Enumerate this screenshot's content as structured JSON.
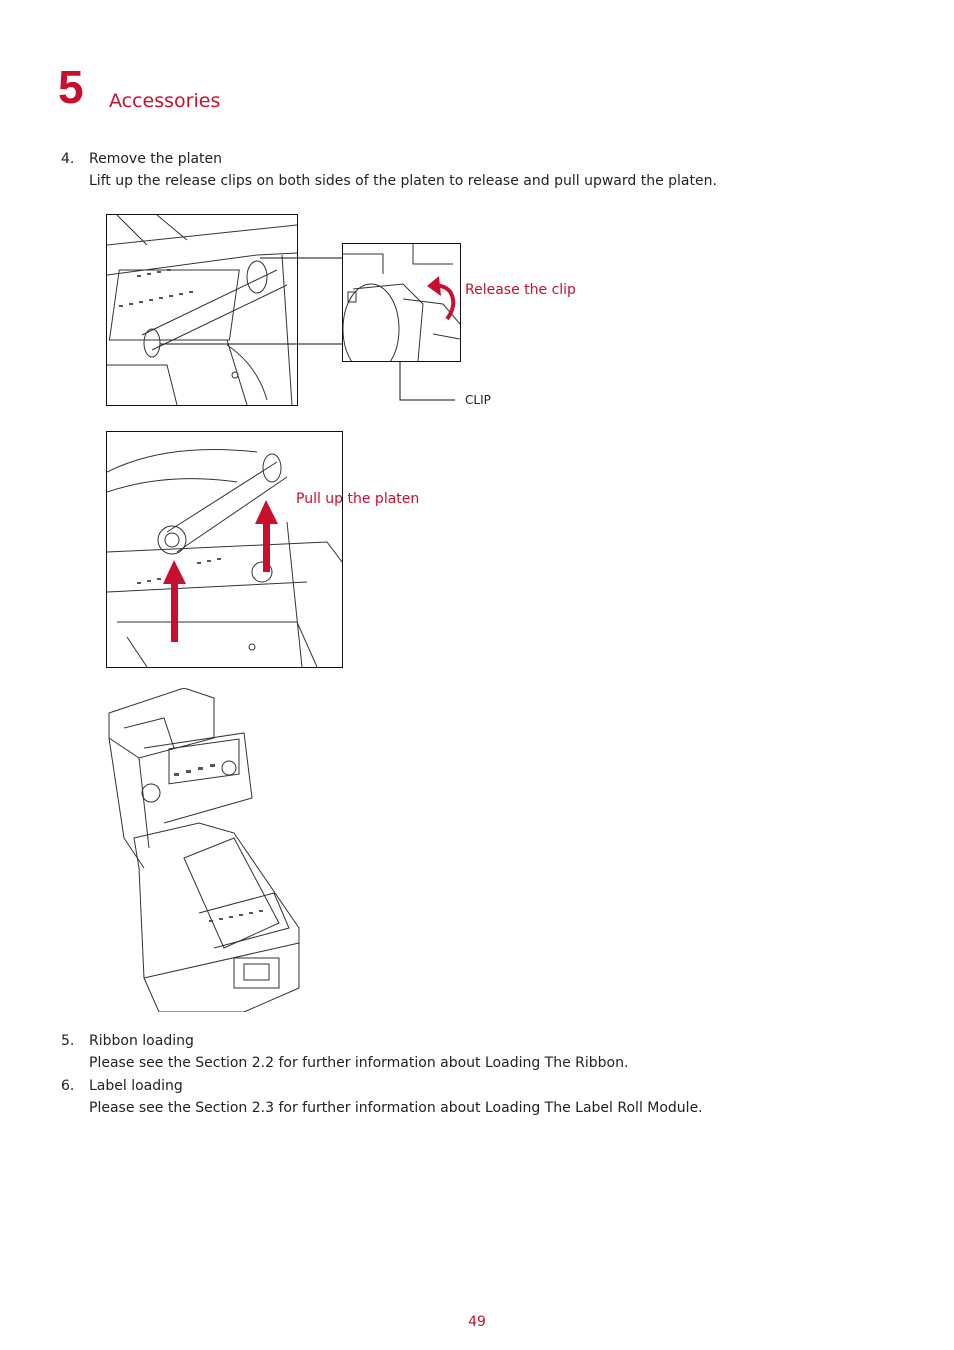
{
  "header": {
    "chapter_number": "5",
    "chapter_title": "Accessories"
  },
  "steps": [
    {
      "number": "4.",
      "title": "Remove the platen",
      "desc": "Lift up the release clips on both sides of the platen to release and pull upward the platen."
    },
    {
      "number": "5.",
      "title": "Ribbon loading",
      "desc": "Please see the Section 2.2 for further information about Loading The Ribbon."
    },
    {
      "number": "6.",
      "title": "Label loading",
      "desc": "Please see the Section 2.3 for further information about Loading The Label Roll Module."
    }
  ],
  "figures": {
    "release_clip_label": "Release the clip",
    "clip_label": "CLIP",
    "pull_platen_label": "Pull up the platen"
  },
  "colors": {
    "accent": "#c8102e"
  },
  "footer": {
    "page_number": "49"
  }
}
